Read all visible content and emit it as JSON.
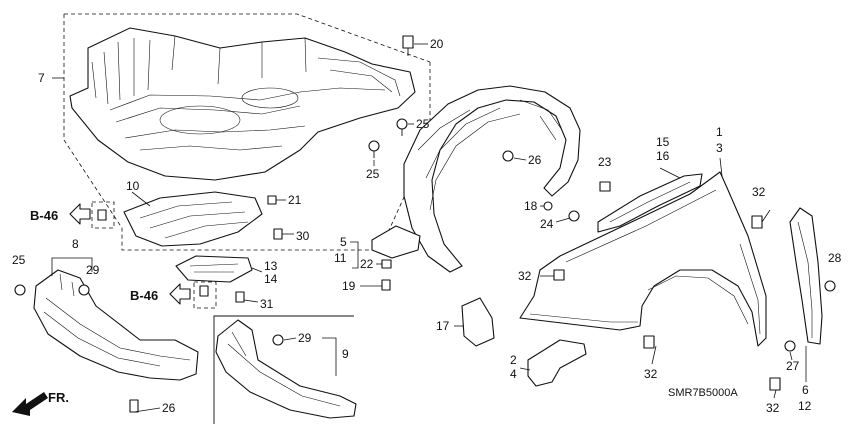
{
  "diagram_code": "SMR7B5000A",
  "ref_arrows": [
    {
      "id": "ref-upper",
      "label": "B-46"
    },
    {
      "id": "ref-lower",
      "label": "B-46"
    }
  ],
  "front_label": "FR.",
  "callouts": [
    {
      "id": "c7",
      "text": "7"
    },
    {
      "id": "c20",
      "text": "20"
    },
    {
      "id": "c25a",
      "text": "25"
    },
    {
      "id": "c25b",
      "text": "25"
    },
    {
      "id": "c10",
      "text": "10"
    },
    {
      "id": "c21",
      "text": "21"
    },
    {
      "id": "c30",
      "text": "30"
    },
    {
      "id": "c13",
      "text": "13"
    },
    {
      "id": "c14",
      "text": "14"
    },
    {
      "id": "c31",
      "text": "31"
    },
    {
      "id": "c8",
      "text": "8"
    },
    {
      "id": "c25c",
      "text": "25"
    },
    {
      "id": "c29a",
      "text": "29"
    },
    {
      "id": "c26a",
      "text": "26"
    },
    {
      "id": "c29b",
      "text": "29"
    },
    {
      "id": "c9",
      "text": "9"
    },
    {
      "id": "c26b",
      "text": "26"
    },
    {
      "id": "c23",
      "text": "23"
    },
    {
      "id": "c15",
      "text": "15"
    },
    {
      "id": "c16",
      "text": "16"
    },
    {
      "id": "c1",
      "text": "1"
    },
    {
      "id": "c3",
      "text": "3"
    },
    {
      "id": "c18",
      "text": "18"
    },
    {
      "id": "c24",
      "text": "24"
    },
    {
      "id": "c32a",
      "text": "32"
    },
    {
      "id": "c5",
      "text": "5"
    },
    {
      "id": "c11",
      "text": "11"
    },
    {
      "id": "c22",
      "text": "22"
    },
    {
      "id": "c19",
      "text": "19"
    },
    {
      "id": "c32b",
      "text": "32"
    },
    {
      "id": "c28",
      "text": "28"
    },
    {
      "id": "c17",
      "text": "17"
    },
    {
      "id": "c2",
      "text": "2"
    },
    {
      "id": "c4",
      "text": "4"
    },
    {
      "id": "c32c",
      "text": "32"
    },
    {
      "id": "c27",
      "text": "27"
    },
    {
      "id": "c6",
      "text": "6"
    },
    {
      "id": "c32d",
      "text": "32"
    },
    {
      "id": "c12",
      "text": "12"
    }
  ]
}
